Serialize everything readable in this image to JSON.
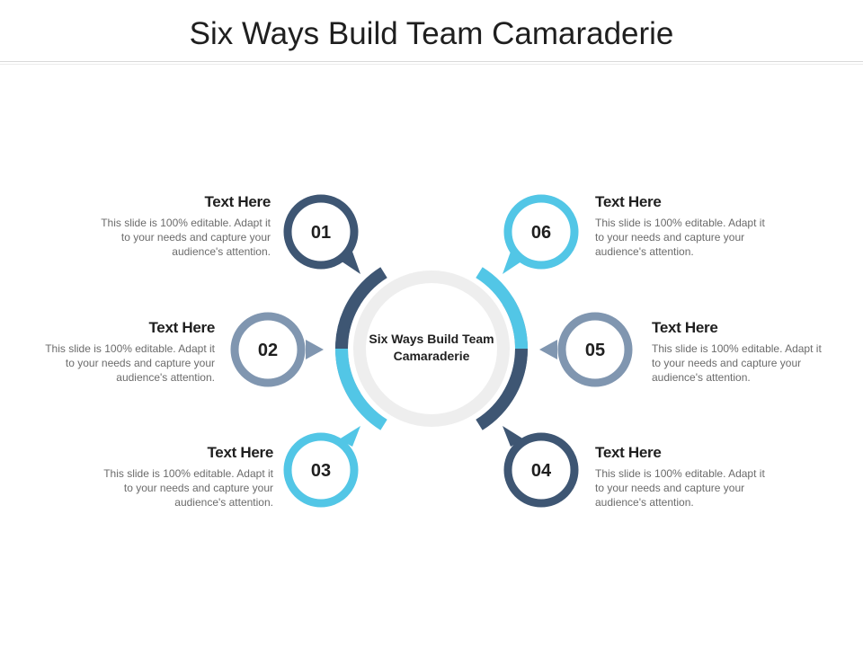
{
  "title": "Six Ways Build Team Camaraderie",
  "center_label": "Six Ways Build Team Camaraderie",
  "colors": {
    "dark": "#3e5673",
    "medium": "#8096b0",
    "light": "#52c6e6",
    "inner_ring": "#eeeeee"
  },
  "items": [
    {
      "number": "01",
      "heading": "Text Here",
      "body": "This slide is 100% editable. Adapt it to your needs and capture your audience's attention.",
      "color": "#3e5673"
    },
    {
      "number": "02",
      "heading": "Text Here",
      "body": "This slide is 100% editable. Adapt it to your needs and capture your audience's attention.",
      "color": "#8096b0"
    },
    {
      "number": "03",
      "heading": "Text Here",
      "body": "This slide is 100% editable. Adapt it to your needs and capture your audience's attention.",
      "color": "#52c6e6"
    },
    {
      "number": "04",
      "heading": "Text Here",
      "body": "This slide is 100% editable. Adapt it to your needs and capture your audience's attention.",
      "color": "#3e5673"
    },
    {
      "number": "05",
      "heading": "Text Here",
      "body": "This slide is 100% editable. Adapt it to your needs and capture your audience's attention.",
      "color": "#8096b0"
    },
    {
      "number": "06",
      "heading": "Text Here",
      "body": "This slide is 100% editable. Adapt it to your needs and capture your audience's attention.",
      "color": "#52c6e6"
    }
  ]
}
